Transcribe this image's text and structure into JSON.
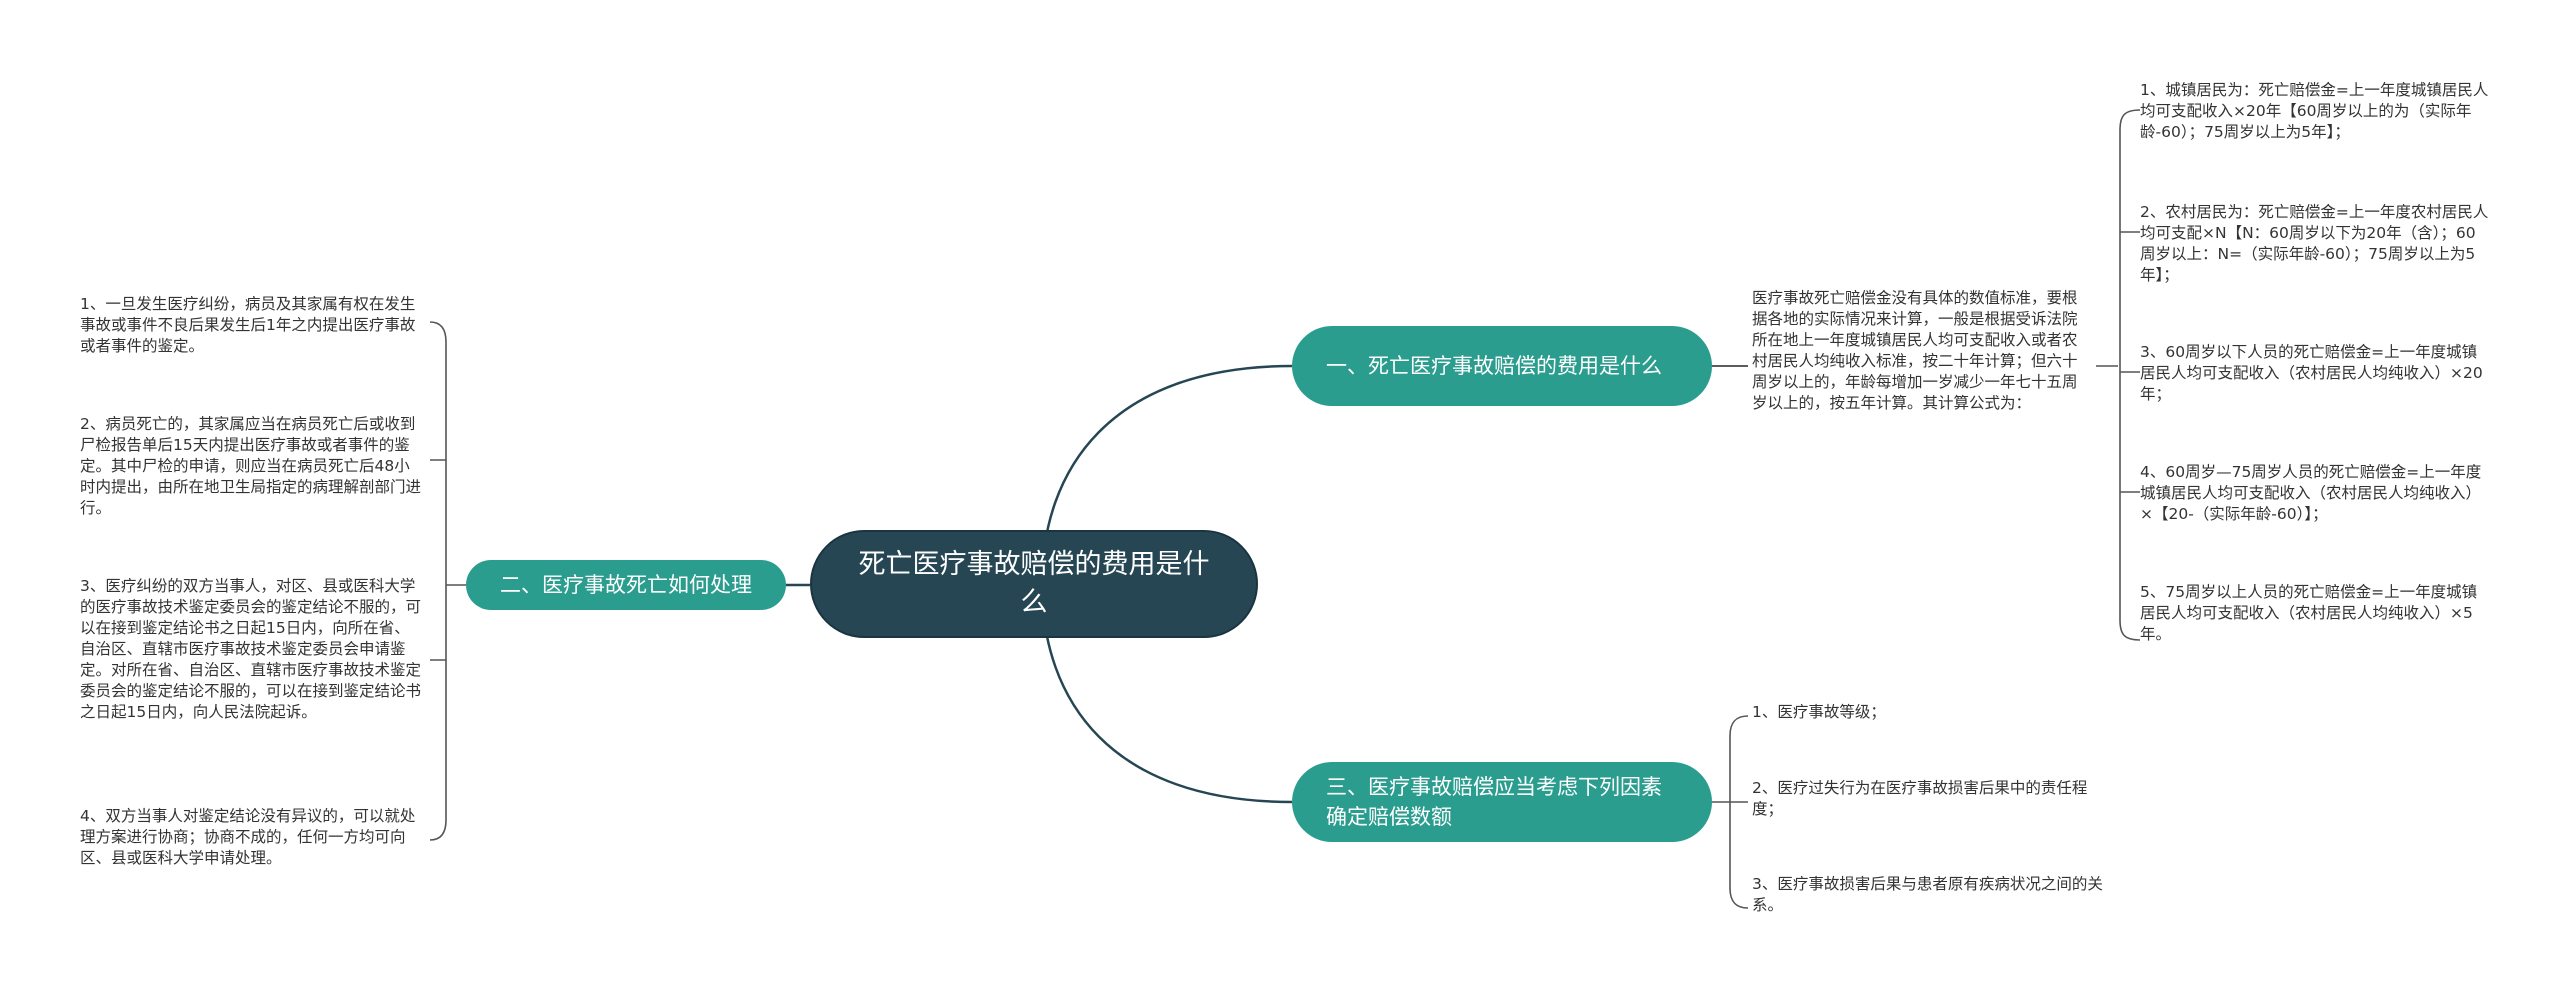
{
  "root": {
    "label": "死亡医疗事故赔偿的费用是什么"
  },
  "branch1": {
    "label": "一、死亡医疗事故赔偿的费用是什么",
    "description": "医疗事故死亡赔偿金没有具体的数值标准，要根据各地的实际情况来计算，一般是根据受诉法院所在地上一年度城镇居民人均可支配收入或者农村居民人均纯收入标准，按二十年计算；但六十周岁以上的，年龄每增加一岁减少一年七十五周岁以上的，按五年计算。其计算公式为：",
    "items": [
      "1、城镇居民为：死亡赔偿金=上一年度城镇居民人均可支配收入×20年【60周岁以上的为（实际年龄-60）；75周岁以上为5年】；",
      "2、农村居民为：死亡赔偿金=上一年度农村居民人均可支配×N【N：60周岁以下为20年（含）；60周岁以上：N=（实际年龄-60）；75周岁以上为5年】；",
      "3、60周岁以下人员的死亡赔偿金=上一年度城镇居民人均可支配收入（农村居民人均纯收入）×20年；",
      "4、60周岁—75周岁人员的死亡赔偿金=上一年度城镇居民人均可支配收入（农村居民人均纯收入）×【20-（实际年龄-60）】；",
      "5、75周岁以上人员的死亡赔偿金=上一年度城镇居民人均可支配收入（农村居民人均纯收入）×5年。"
    ]
  },
  "branch2": {
    "label": "二、医疗事故死亡如何处理",
    "items": [
      "1、一旦发生医疗纠纷，病员及其家属有权在发生事故或事件不良后果发生后1年之内提出医疗事故或者事件的鉴定。",
      "2、病员死亡的，其家属应当在病员死亡后或收到尸检报告单后15天内提出医疗事故或者事件的鉴定。其中尸检的申请，则应当在病员死亡后48小时内提出，由所在地卫生局指定的病理解剖部门进行。",
      "3、医疗纠纷的双方当事人，对区、县或医科大学的医疗事故技术鉴定委员会的鉴定结论不服的，可以在接到鉴定结论书之日起15日内，向所在省、自治区、直辖市医疗事故技术鉴定委员会申请鉴定。对所在省、自治区、直辖市医疗事故技术鉴定委员会的鉴定结论不服的，可以在接到鉴定结论书之日起15日内，向人民法院起诉。",
      "4、双方当事人对鉴定结论没有异议的，可以就处理方案进行协商；协商不成的，任何一方均可向区、县或医科大学申请处理。"
    ]
  },
  "branch3": {
    "label": "三、医疗事故赔偿应当考虑下列因素确定赔偿数额",
    "items": [
      "1、医疗事故等级；",
      "2、医疗过失行为在医疗事故损害后果中的责任程度；",
      "3、医疗事故损害后果与患者原有疾病状况之间的关系。"
    ]
  },
  "colors": {
    "root": "#264653",
    "branch": "#2a9d8f",
    "line_main": "#264653",
    "line_leaf": "#555555"
  }
}
